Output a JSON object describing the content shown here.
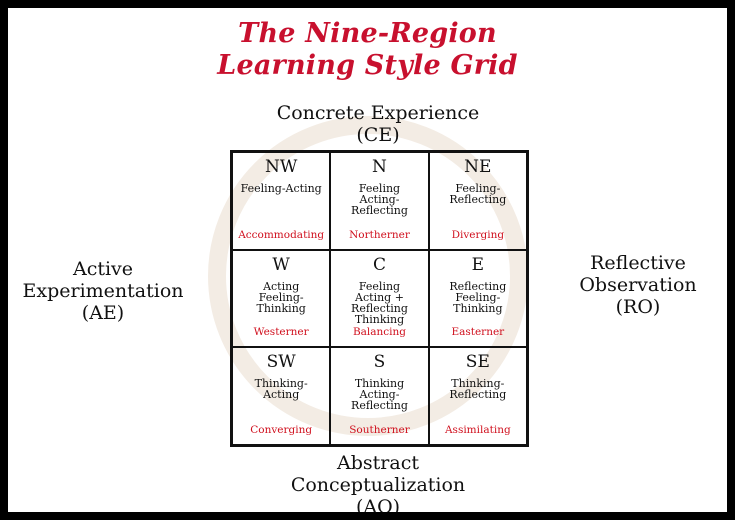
{
  "title": {
    "line1": "The Nine-Region",
    "line2": "Learning Style Grid"
  },
  "axes": {
    "top": {
      "line1": "Concrete Experience",
      "line2": "(CE)"
    },
    "left": {
      "line1": "Active",
      "line2": "Experimentation",
      "line3": "(AE)"
    },
    "right": {
      "line1": "Reflective",
      "line2": "Observation",
      "line3": "(RO)"
    },
    "bottom": {
      "line1": "Abstract",
      "line2": "Conceptualization",
      "line3": "(AO)"
    }
  },
  "regions": [
    {
      "code": "NW",
      "desc": [
        "Feeling-Acting"
      ],
      "style": "Accommodating"
    },
    {
      "code": "N",
      "desc": [
        "Feeling",
        "Acting-",
        "Reflecting"
      ],
      "style": "Northerner"
    },
    {
      "code": "NE",
      "desc": [
        "Feeling-",
        "Reflecting"
      ],
      "style": "Diverging"
    },
    {
      "code": "W",
      "desc": [
        "Acting",
        "Feeling-",
        "Thinking"
      ],
      "style": "Westerner"
    },
    {
      "code": "C",
      "desc": [
        "Feeling",
        "Acting +",
        "Reflecting",
        "Thinking"
      ],
      "style": "Balancing"
    },
    {
      "code": "E",
      "desc": [
        "Reflecting",
        "Feeling-",
        "Thinking"
      ],
      "style": "Easterner"
    },
    {
      "code": "SW",
      "desc": [
        "Thinking-",
        "Acting"
      ],
      "style": "Converging"
    },
    {
      "code": "S",
      "desc": [
        "Thinking",
        "Acting-",
        "Reflecting"
      ],
      "style": "Southerner"
    },
    {
      "code": "SE",
      "desc": [
        "Thinking-",
        "Reflecting"
      ],
      "style": "Assimilating"
    }
  ],
  "colors": {
    "title": "#c8102e",
    "style_label": "#d0101e",
    "border": "#111111",
    "frame": "#000000"
  }
}
